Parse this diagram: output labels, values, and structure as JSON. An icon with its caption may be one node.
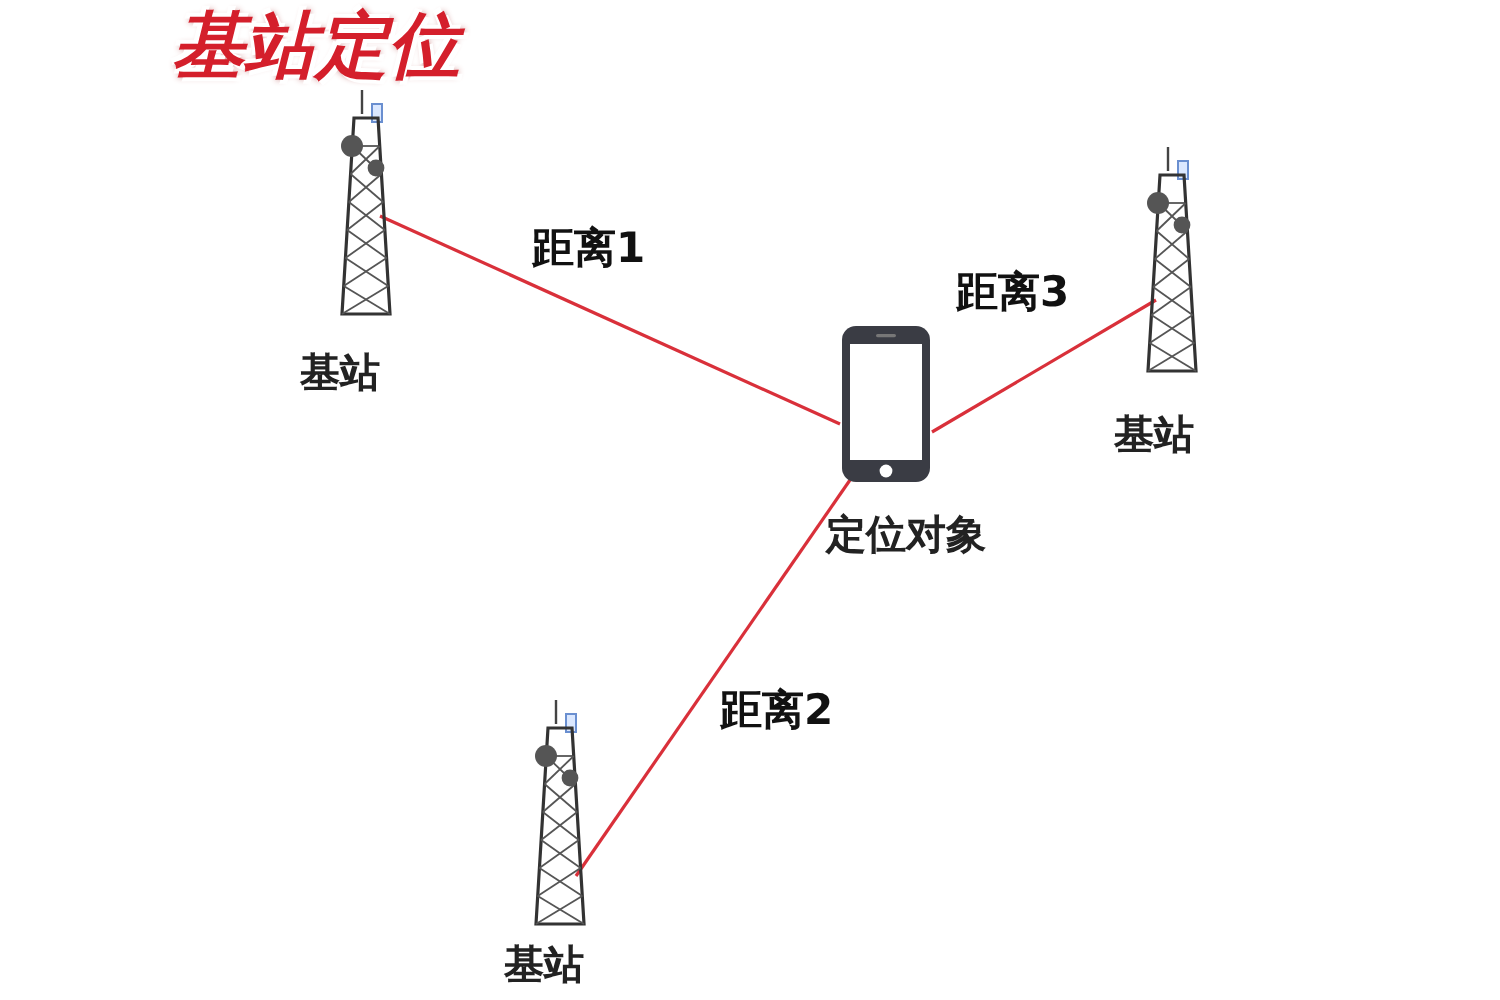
{
  "diagram": {
    "title": "基站定位",
    "nodes": [
      {
        "text": [],
        "shape": "tower",
        "beside": [
          "基站"
        ]
      },
      {
        "text": [],
        "shape": "phone",
        "beside": [
          "定位对象"
        ]
      },
      {
        "text": [],
        "shape": "tower",
        "beside": [
          "基站"
        ]
      },
      {
        "text": [],
        "shape": "tower",
        "beside": [
          "基站"
        ]
      }
    ],
    "edges": [
      {
        "from": 0,
        "to": 1,
        "arrow": "none",
        "label": "距离1"
      },
      {
        "from": 3,
        "to": 1,
        "arrow": "none",
        "label": "距离2"
      },
      {
        "from": 2,
        "to": 1,
        "arrow": "none",
        "label": "距离3"
      }
    ]
  }
}
